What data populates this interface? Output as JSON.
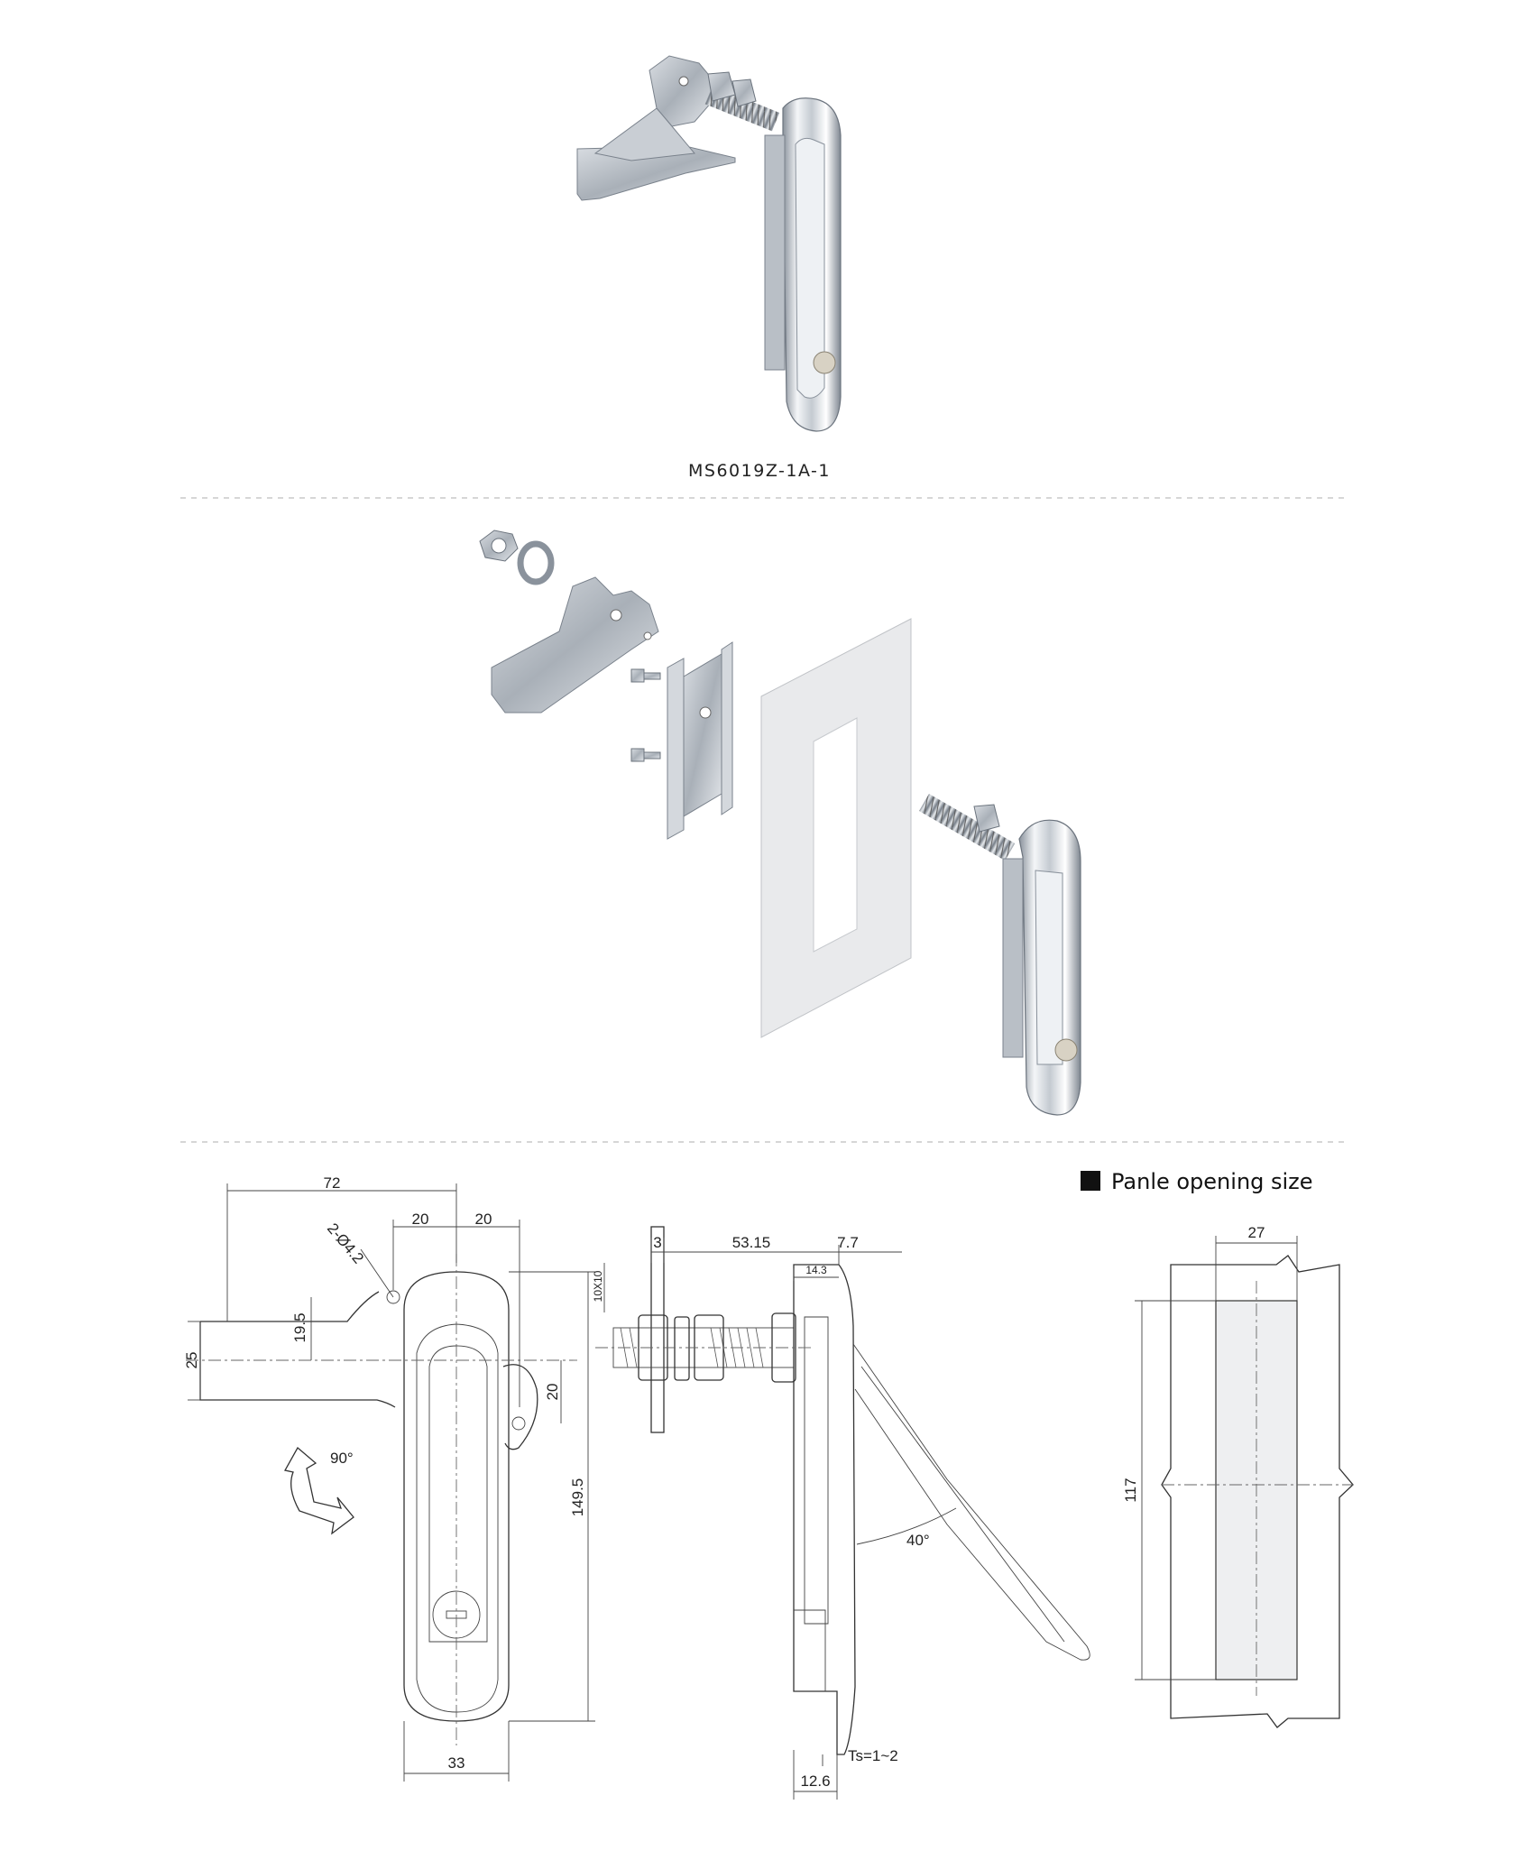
{
  "model_caption": "MS6019Z-1A-1",
  "panel_heading": "Panle opening size",
  "front_view": {
    "width_overall": "72",
    "offset_left": "20",
    "offset_right": "20",
    "holes": "2-Ø4.2",
    "height_top": "19.5",
    "cam_width": "25",
    "cam_offset": "20",
    "body_height": "149.5",
    "body_width": "33",
    "rotation": "90°"
  },
  "side_view": {
    "cam_thickness": "3",
    "stud_length": "53.15",
    "head_depth": "7.7",
    "face_depth": "14.3",
    "square_shaft": "10X10",
    "open_angle": "40°",
    "panel_thickness": "Ts=1~2",
    "bottom_depth": "12.6"
  },
  "panel_cutout": {
    "width": "27",
    "height": "117"
  },
  "colors": {
    "steel_light": "#f2f4f7",
    "steel_mid": "#c2c8cf",
    "steel_dark": "#7d8590",
    "panel_gray": "#e9eaec",
    "separator": "#c8c8c8"
  }
}
